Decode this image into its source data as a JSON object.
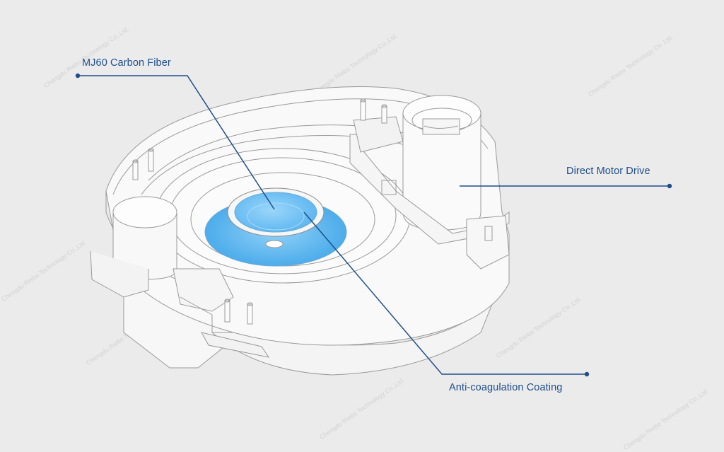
{
  "callouts": {
    "carbon_fiber": "MJ60 Carbon Fiber",
    "motor_drive": "Direct Motor Drive",
    "coating": "Anti-coagulation Coating"
  },
  "watermark": {
    "text": "Chengdu Riebo Technology Co.,Ltd."
  },
  "colors": {
    "background": "#ebebeb",
    "callout_line": "#1f4e8c",
    "lens_blue": "#5db8ef",
    "outline": "#9a9a9a"
  }
}
